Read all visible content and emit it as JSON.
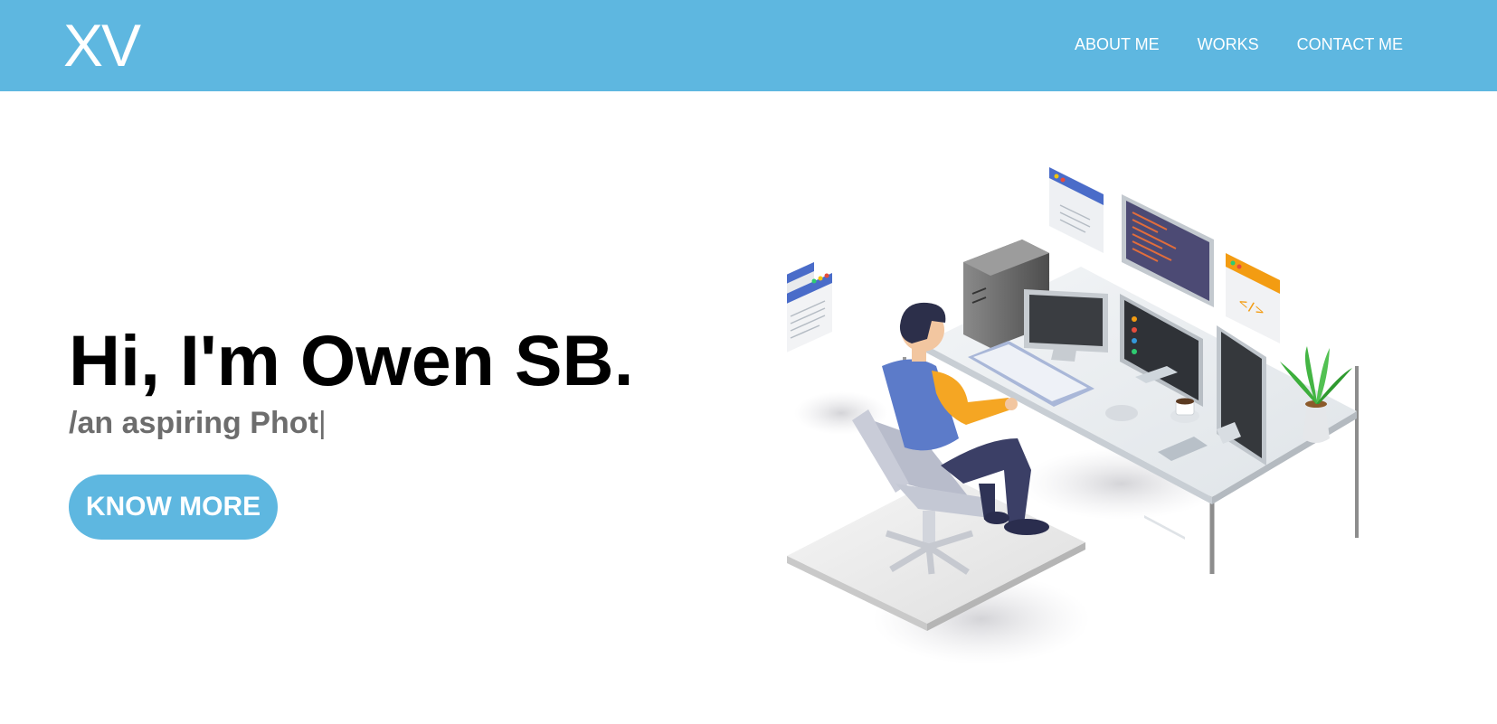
{
  "header": {
    "logo": "XV",
    "nav": [
      {
        "label": "ABOUT ME"
      },
      {
        "label": "WORKS"
      },
      {
        "label": "CONTACT ME"
      }
    ],
    "bg_color": "#5eb7e0"
  },
  "hero": {
    "title": "Hi, I'm Owen SB.",
    "subtitle": "/an aspiring Phot",
    "cursor": "|",
    "cta_label": "KNOW MORE",
    "accent_color": "#5eb7e0"
  },
  "illustration": {
    "icon": "developer-at-desk-illustration",
    "code_tag": "</>"
  }
}
